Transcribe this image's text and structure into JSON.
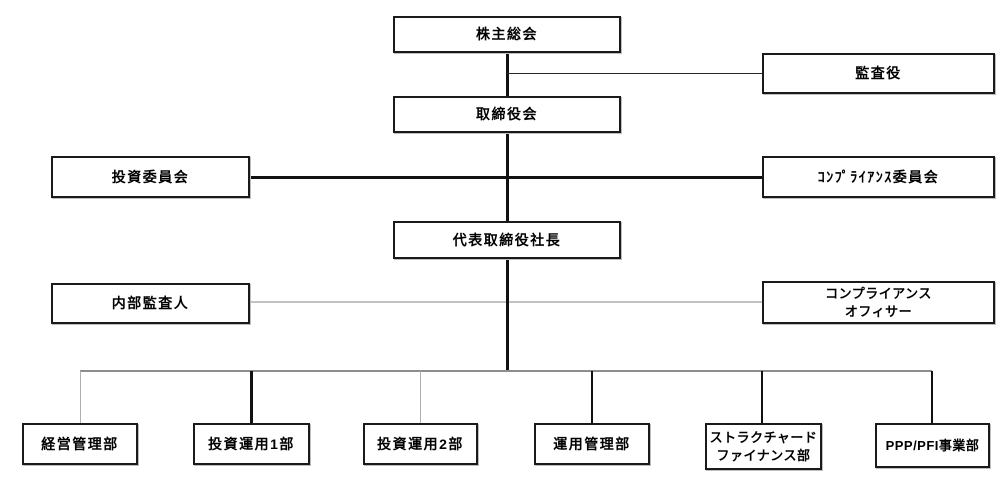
{
  "diagram_type": "organization-chart",
  "nodes": {
    "shareholders": {
      "label": "株主総会"
    },
    "auditor": {
      "label": "監査役"
    },
    "board": {
      "label": "取締役会"
    },
    "investment_committee": {
      "label": "投資委員会"
    },
    "compliance_committee": {
      "label": "ｺﾝﾌﾟﾗｲｱﾝｽ委員会"
    },
    "president": {
      "label": "代表取締役社長"
    },
    "internal_auditor": {
      "label": "内部監査人"
    },
    "compliance_officer": {
      "label": "コンプライアンス\nオフィサー"
    },
    "dept_corporate_admin": {
      "label": "経営管理部"
    },
    "dept_investment_1": {
      "label": "投資運用1部"
    },
    "dept_investment_2": {
      "label": "投資運用2部"
    },
    "dept_asset_admin": {
      "label": "運用管理部"
    },
    "dept_structured_finance": {
      "label": "ストラクチャード\nファイナンス部"
    },
    "dept_ppp_pfi": {
      "label": "PPP/PFI事業部"
    }
  },
  "edges": [
    {
      "from": "株主総会",
      "to": "取締役会",
      "style": "solid-black"
    },
    {
      "from": "株主総会",
      "to": "監査役",
      "style": "thin-black"
    },
    {
      "from": "取締役会",
      "to": "代表取締役社長",
      "style": "solid-black"
    },
    {
      "from": "投資委員会",
      "to": "コンプライアンス委員会",
      "style": "thick-black-through-spine"
    },
    {
      "from": "内部監査人",
      "to": "コンプライアンスオフィサー",
      "style": "light-gray-through-spine"
    },
    {
      "from": "代表取締役社長",
      "to": "経営管理部",
      "style": "gray"
    },
    {
      "from": "代表取締役社長",
      "to": "投資運用1部",
      "style": "black"
    },
    {
      "from": "代表取締役社長",
      "to": "投資運用2部",
      "style": "gray"
    },
    {
      "from": "代表取締役社長",
      "to": "運用管理部",
      "style": "black"
    },
    {
      "from": "代表取締役社長",
      "to": "ストラクチャードファイナンス部",
      "style": "black"
    },
    {
      "from": "代表取締役社長",
      "to": "PPP/PFI事業部",
      "style": "black"
    }
  ],
  "colors": {
    "background": "#ffffff",
    "box_border": "#1a1a1a",
    "text": "#000000",
    "line_strong": "#111111",
    "line_mid_gray": "#8d8d8d",
    "line_light_gray": "#c2c2c2"
  }
}
